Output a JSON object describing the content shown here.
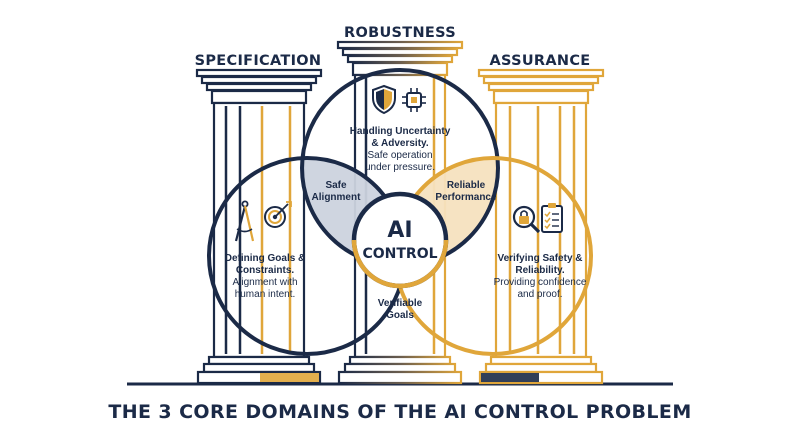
{
  "headings": {
    "specification": "SPECIFICATION",
    "robustness": "ROBUSTNESS",
    "assurance": "ASSURANCE"
  },
  "title": "THE 3 CORE DOMAINS OF THE AI CONTROL PROBLEM",
  "center": {
    "line1": "AI",
    "line2": "CONTROL"
  },
  "robustness_desc": {
    "line1": "Handling Uncertainty",
    "line2": "& Adversity.",
    "line3": "Safe operation",
    "line4": "under pressure."
  },
  "specification_desc": {
    "line1": "Defining Goals &",
    "line2": "Constraints.",
    "line3": "Alignment with",
    "line4": "human intent."
  },
  "assurance_desc": {
    "line1": "Verifying Safety &",
    "line2": "Reliability.",
    "line3": "Providing confidence",
    "line4": "and proof."
  },
  "overlaps": {
    "safe_alignment": {
      "line1": "Safe",
      "line2": "Alignment"
    },
    "reliable_performance": {
      "line1": "Reliable",
      "line2": "Performance"
    },
    "verifiable_goals": {
      "line1": "Verifiable",
      "line2": "Goals"
    }
  },
  "icons": {
    "specification": [
      "compass-icon",
      "target-icon"
    ],
    "robustness": [
      "shield-icon",
      "chip-icon"
    ],
    "assurance": [
      "magnifier-lock-icon",
      "checklist-icon"
    ]
  },
  "colors": {
    "navy": "#1b2a47",
    "gold": "#e0a63a",
    "navy_fill": "#ccd3de",
    "gold_fill": "#f6e1bf"
  }
}
